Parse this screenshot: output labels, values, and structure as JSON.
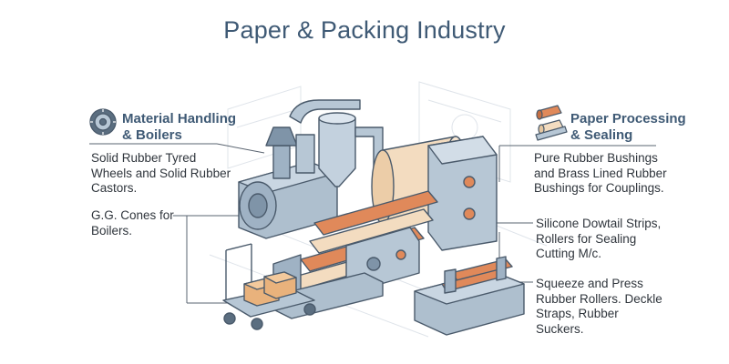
{
  "title": "Paper & Packing Industry",
  "left_section": {
    "icon": "tire-icon",
    "heading_lines": [
      "Material Handling",
      "& Boilers"
    ],
    "items": [
      {
        "lines": [
          "Solid Rubber Tyred",
          "Wheels and Solid Rubber",
          "Castors."
        ]
      },
      {
        "lines": [
          "G.G. Cones for",
          "Boilers."
        ]
      }
    ]
  },
  "right_section": {
    "icon": "rollers-icon",
    "heading_lines": [
      "Paper Processing",
      "& Sealing"
    ],
    "items": [
      {
        "lines": [
          "Pure Rubber Bushings",
          "and Brass Lined Rubber",
          "Bushings for Couplings."
        ]
      },
      {
        "lines": [
          "Silicone Dowtail Strips,",
          "Rollers for Sealing",
          "Cutting M/c."
        ]
      },
      {
        "lines": [
          "Squeeze and Press",
          "Rubber Rollers. Deckle",
          "Straps, Rubber",
          "Suckers."
        ]
      }
    ]
  },
  "colors": {
    "title": "#3f5a75",
    "machine_blue": "#b7c7d5",
    "machine_dark": "#5b6e80",
    "roller_orange": "#e0895a",
    "paper": "#f3dcc0",
    "box": "#e9b27c"
  }
}
